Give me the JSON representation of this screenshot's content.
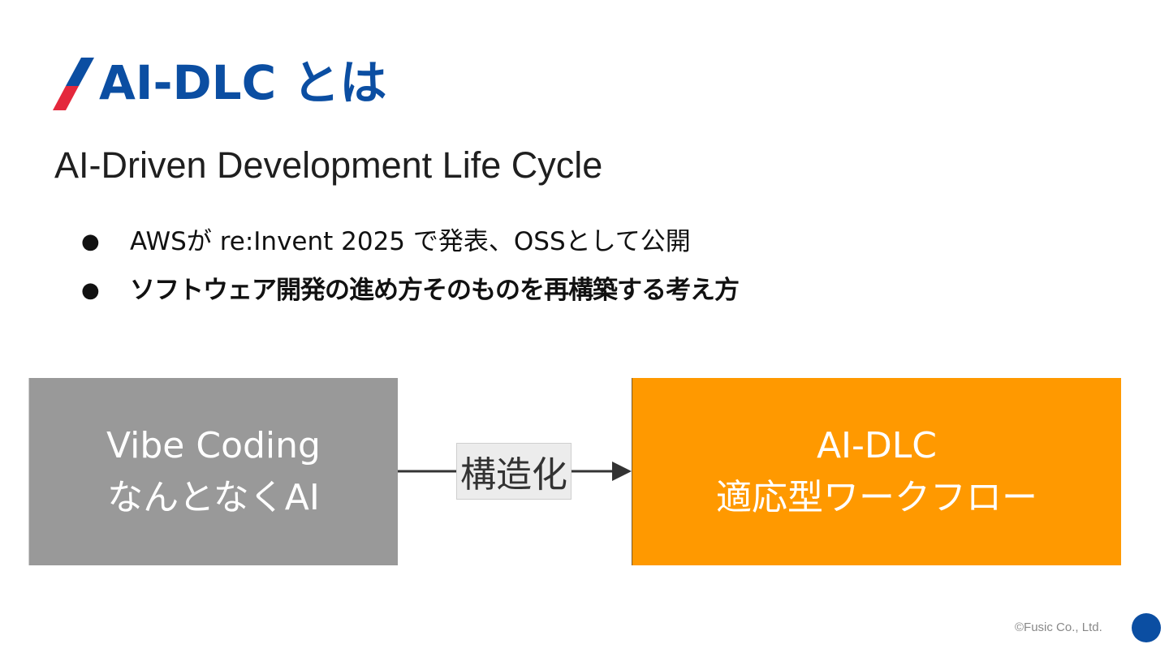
{
  "slide": {
    "title": "AI-DLC とは",
    "subtitle": "AI-Driven Development Life Cycle",
    "bullets": [
      {
        "marker": "●",
        "text": "AWSが re:Invent 2025 で発表、OSSとして公開",
        "bold": false
      },
      {
        "marker": "●",
        "text": "ソフトウェア開発の進め方そのものを再構築する考え方",
        "bold": true
      }
    ]
  },
  "diagram": {
    "from_box": {
      "line1": "Vibe Coding",
      "line2": "なんとなくAI",
      "color": "#999999"
    },
    "arrow_label": "構造化",
    "to_box": {
      "line1": "AI-DLC",
      "line2": "適応型ワークフロー",
      "color": "#ff9900"
    }
  },
  "footer": {
    "copyright": "©Fusic Co., Ltd."
  },
  "colors": {
    "title_blue": "#0b4ea2",
    "accent_red": "#e4283c"
  }
}
